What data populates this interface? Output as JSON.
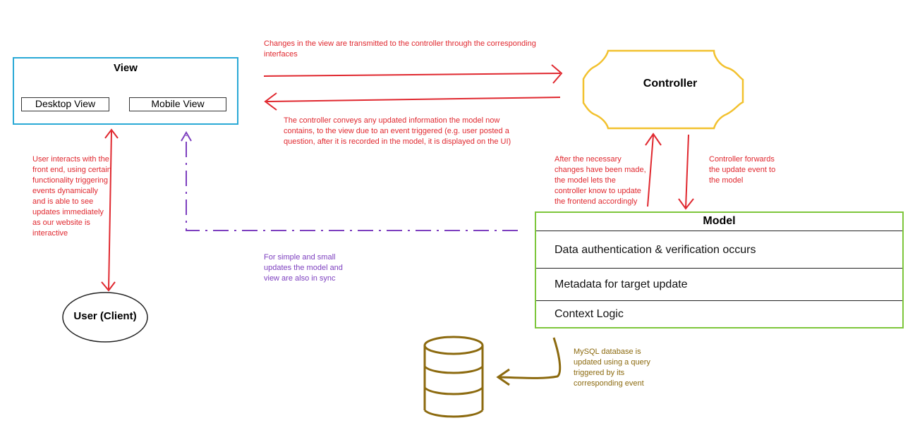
{
  "view": {
    "title": "View",
    "desktop": "Desktop View",
    "mobile": "Mobile View"
  },
  "controller": {
    "title": "Controller"
  },
  "model": {
    "title": "Model",
    "rows": [
      "Data authentication & verification occurs",
      "Metadata for target update",
      "Context Logic"
    ]
  },
  "user": {
    "label": "User (Client)"
  },
  "notes": {
    "view_to_controller": "Changes in the view are transmitted to the controller through the corresponding interfaces",
    "controller_to_view": "The controller conveys any updated information the model now contains, to the view due to an event triggered (e.g. user posted a question, after it is recorded in the model, it is displayed on the UI)",
    "user_interaction": "User interacts with the front end, using certain functionality triggering events dynamically and is able to see updates immediately as our website is interactive",
    "model_to_controller": "After the necessary changes have been made, the model lets the controller know to update the frontend accordingly",
    "controller_to_model": "Controller forwards the update event to the model",
    "model_view_sync": "For simple and small updates the model and view are also in sync",
    "database": "MySQL database is updated using a query triggered by its corresponding event"
  },
  "colors": {
    "view_border": "#2aa9d6",
    "controller_border": "#f2c12e",
    "model_border": "#7dc63b",
    "arrows": "#e0282f",
    "sync_arrow": "#7d3fbf",
    "database": "#8c6a0f"
  }
}
